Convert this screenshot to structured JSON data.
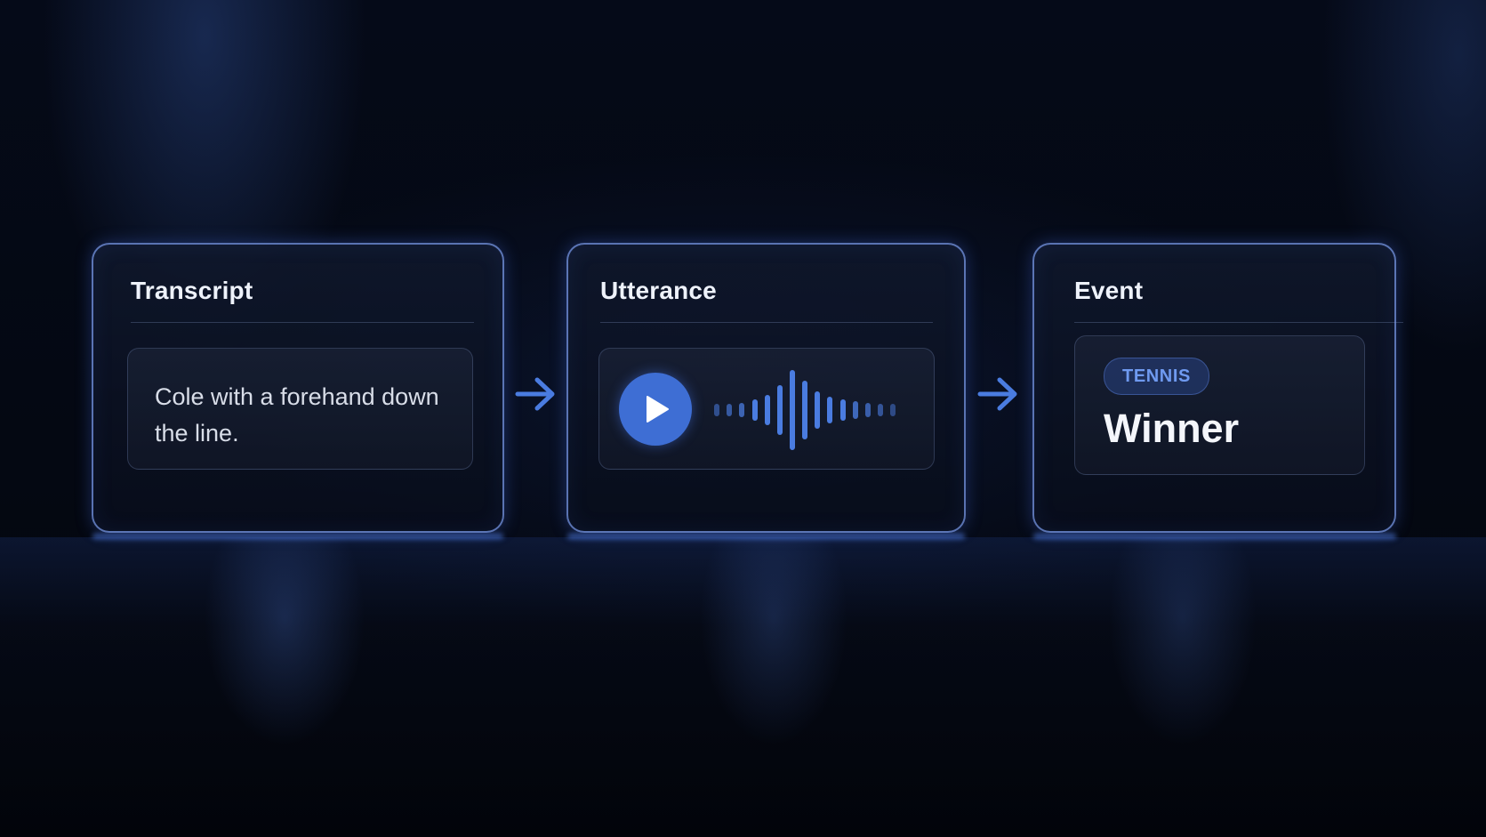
{
  "transcript": {
    "title": "Transcript",
    "text": "Cole with a forehand down the line."
  },
  "utterance": {
    "title": "Utterance",
    "play_icon": "play-icon",
    "waveform_icon": "audio-waveform-icon"
  },
  "event": {
    "title": "Event",
    "tag": "TENNIS",
    "value": "Winner"
  },
  "colors": {
    "accent": "#3e6ed4",
    "border": "#7696e6",
    "background": "#03060f"
  }
}
